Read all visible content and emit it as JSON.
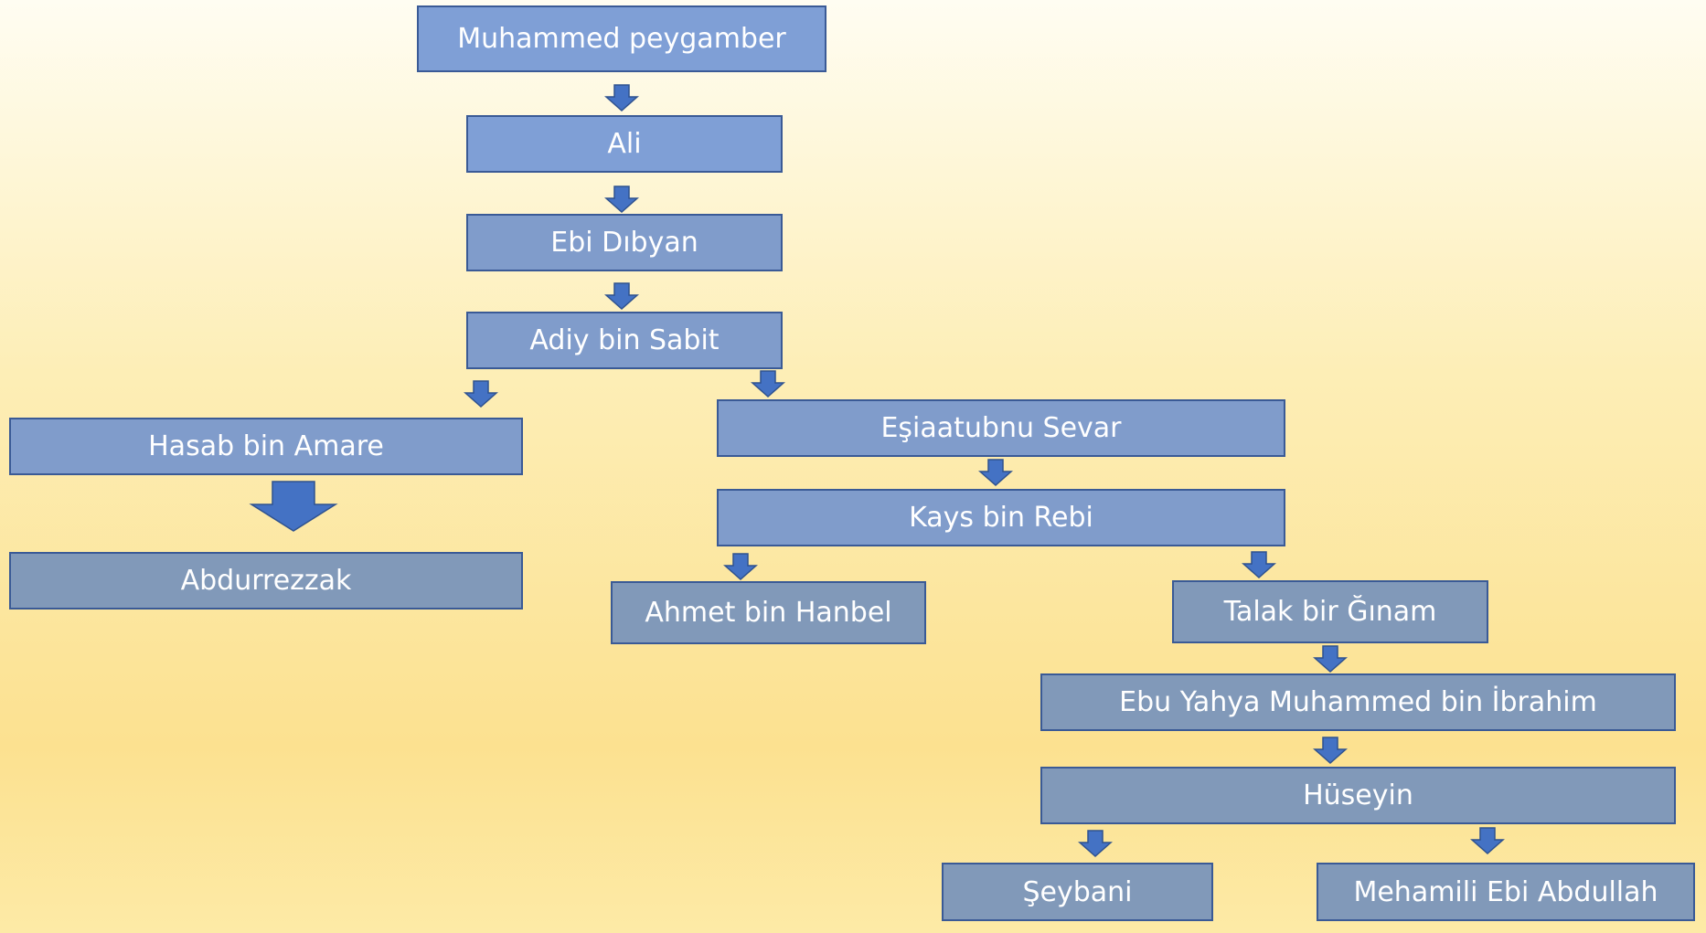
{
  "colors": {
    "node_fill": "#8199b9",
    "node_border": "#3a5a96",
    "arrow_fill": "#4472c4",
    "background_top": "#fffdf2",
    "background_bottom": "#fce190"
  },
  "nodes": {
    "muhammed": "Muhammed peygamber",
    "ali": "Ali",
    "ebi_dibyan": "Ebi Dıbyan",
    "adiy": "Adiy bin Sabit",
    "hasab": "Hasab bin Amare",
    "abdurrezzak": "Abdurrezzak",
    "esiaatubnu": "Eşiaatubnu Sevar",
    "kays": "Kays bin Rebi",
    "ahmet": "Ahmet bin Hanbel",
    "talak": "Talak bir Ğınam",
    "ebu_yahya": "Ebu Yahya Muhammed bin İbrahim",
    "huseyin": "Hüseyin",
    "seybani": "Şeybani",
    "mehamili": "Mehamili Ebi Abdullah"
  },
  "edges": [
    [
      "muhammed",
      "ali"
    ],
    [
      "ali",
      "ebi_dibyan"
    ],
    [
      "ebi_dibyan",
      "adiy"
    ],
    [
      "adiy",
      "hasab"
    ],
    [
      "adiy",
      "esiaatubnu"
    ],
    [
      "hasab",
      "abdurrezzak"
    ],
    [
      "esiaatubnu",
      "kays"
    ],
    [
      "kays",
      "ahmet"
    ],
    [
      "kays",
      "talak"
    ],
    [
      "talak",
      "ebu_yahya"
    ],
    [
      "ebu_yahya",
      "huseyin"
    ],
    [
      "huseyin",
      "seybani"
    ],
    [
      "huseyin",
      "mehamili"
    ]
  ]
}
